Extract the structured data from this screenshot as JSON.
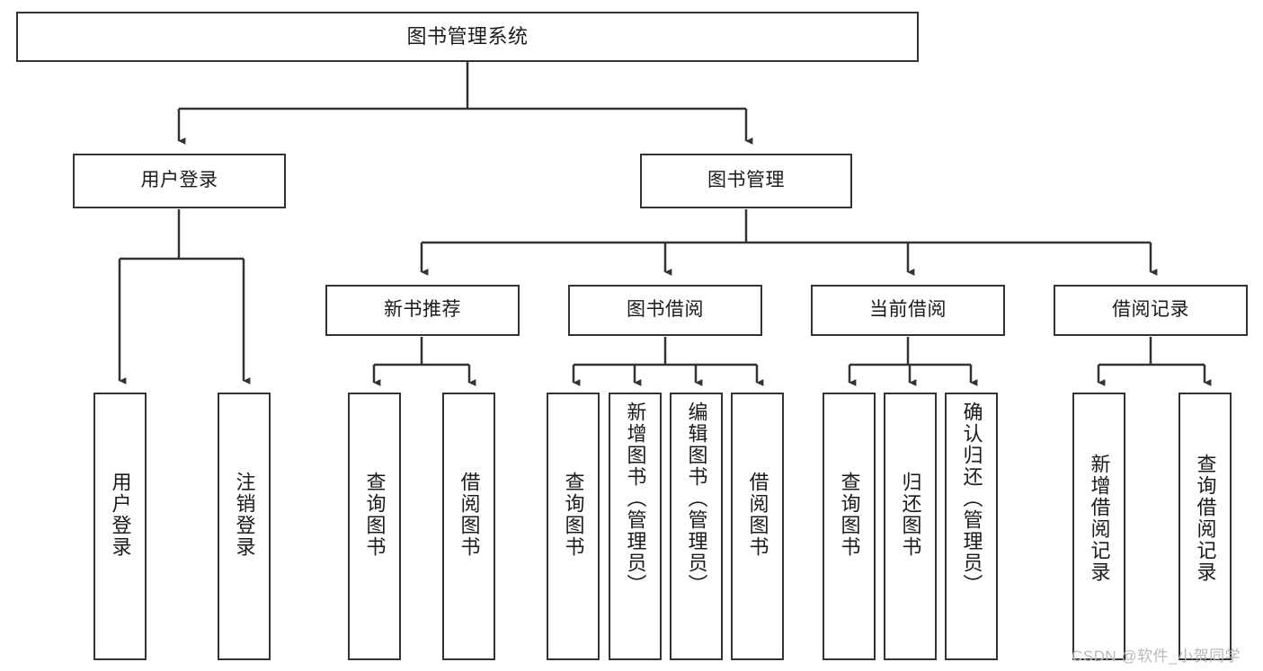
{
  "diagram": {
    "type": "tree-hierarchy",
    "title": "图书管理系统",
    "root": {
      "id": "root",
      "label": "图书管理系统",
      "orientation": "horizontal"
    },
    "level2": [
      {
        "id": "user-login",
        "label": "用户登录",
        "orientation": "horizontal"
      },
      {
        "id": "book-management",
        "label": "图书管理",
        "orientation": "horizontal"
      }
    ],
    "level3": [
      {
        "id": "new-book-recommend",
        "label": "新书推荐",
        "orientation": "horizontal",
        "parent": "book-management"
      },
      {
        "id": "book-borrow",
        "label": "图书借阅",
        "orientation": "horizontal",
        "parent": "book-management"
      },
      {
        "id": "current-borrow",
        "label": "当前借阅",
        "orientation": "horizontal",
        "parent": "book-management"
      },
      {
        "id": "borrow-record",
        "label": "借阅记录",
        "orientation": "horizontal",
        "parent": "book-management"
      }
    ],
    "leaves": [
      {
        "id": "leaf-user-login",
        "label": "用户登录",
        "orientation": "vertical",
        "parent": "user-login"
      },
      {
        "id": "leaf-user-logout",
        "label": "注销登录",
        "orientation": "vertical",
        "parent": "user-login"
      },
      {
        "id": "leaf-query-book-1",
        "label": "查询图书",
        "orientation": "vertical",
        "parent": "new-book-recommend"
      },
      {
        "id": "leaf-borrow-book-1",
        "label": "借阅图书",
        "orientation": "vertical",
        "parent": "new-book-recommend"
      },
      {
        "id": "leaf-query-book-2",
        "label": "查询图书",
        "orientation": "vertical",
        "parent": "book-borrow"
      },
      {
        "id": "leaf-add-book",
        "label": "新增图书（管理员）",
        "orientation": "vertical",
        "parent": "book-borrow"
      },
      {
        "id": "leaf-edit-book",
        "label": "编辑图书（管理员）",
        "orientation": "vertical",
        "parent": "book-borrow"
      },
      {
        "id": "leaf-borrow-book-2",
        "label": "借阅图书",
        "orientation": "vertical",
        "parent": "book-borrow"
      },
      {
        "id": "leaf-query-book-3",
        "label": "查询图书",
        "orientation": "vertical",
        "parent": "current-borrow"
      },
      {
        "id": "leaf-return-book",
        "label": "归还图书",
        "orientation": "vertical",
        "parent": "current-borrow"
      },
      {
        "id": "leaf-confirm-return",
        "label": "确认归还（管理员）",
        "orientation": "vertical",
        "parent": "current-borrow"
      },
      {
        "id": "leaf-add-record",
        "label": "新增借阅记录",
        "orientation": "vertical",
        "parent": "borrow-record"
      },
      {
        "id": "leaf-query-record",
        "label": "查询借阅记录",
        "orientation": "vertical",
        "parent": "borrow-record"
      }
    ],
    "colors": {
      "node_border": "#333333",
      "node_fill": "#ffffff",
      "edge": "#333333",
      "text": "#1b1b1b",
      "background": "#ffffff",
      "watermark": "#b9b9b9"
    }
  },
  "watermark": {
    "text": "CSDN @软件_小贺同学"
  }
}
